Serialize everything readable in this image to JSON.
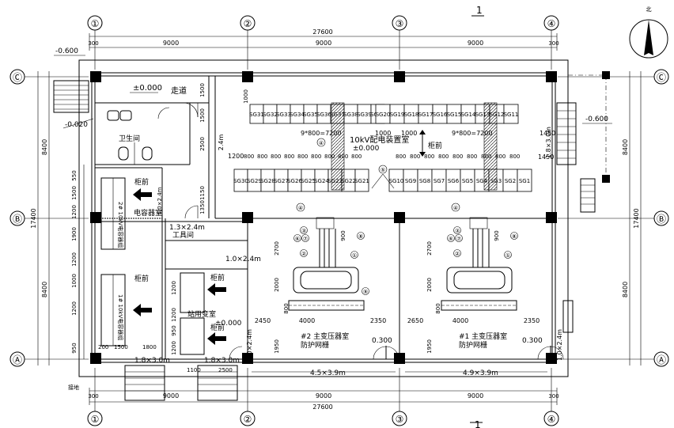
{
  "axes_top": [
    "①",
    "②",
    "③",
    "④"
  ],
  "axes_bottom": [
    "①",
    "②",
    "③",
    "④"
  ],
  "axes_left": [
    "Ⓒ",
    "Ⓑ",
    "Ⓐ"
  ],
  "axes_right": [
    "Ⓒ",
    "Ⓑ",
    "Ⓐ"
  ],
  "dims_top": {
    "total": "27600",
    "spans": [
      "9000",
      "9000",
      "9000"
    ],
    "edge_left": "300",
    "edge_right": "300"
  },
  "dims_bottom": {
    "total": "27600",
    "spans": [
      "9000",
      "9000",
      "9000"
    ],
    "edge_left": "300",
    "edge_right": "300"
  },
  "dims_left": {
    "total": "17400",
    "spans": [
      "8400",
      "8400"
    ]
  },
  "dims_right": {
    "total": "17400",
    "spans": [
      "8400",
      "8400"
    ]
  },
  "section_marks": {
    "top": "1",
    "bottom": "1"
  },
  "north_label": "北",
  "levels": {
    "outside_nw": "-0.600",
    "entry_nw": "-0.020",
    "corridor": "±0.000",
    "switchgear": "±0.000",
    "east": "-0.600",
    "aux": "±0.000",
    "tr2": "0.300",
    "tr1": "0.300"
  },
  "rooms": {
    "corridor": "走道",
    "toilet": "卫生间",
    "capacitor": "电容器室",
    "tools": "工具间",
    "aux_transformer": "站用变室",
    "switchgear": "10kV配电装置室",
    "tr2": "#2 主变压器室\n防护网栅",
    "tr1": "#1 主变压器室\n防护网栅"
  },
  "cabinets_top_left": [
    "SG31",
    "SG32",
    "SG33",
    "SG34",
    "SG35",
    "SG36",
    "SG37",
    "SG38",
    "SG39",
    "SG40"
  ],
  "cabinets_top_right": [
    "SG20",
    "SG19",
    "SG18",
    "SG17",
    "SG16",
    "SG15",
    "SG14",
    "SG13",
    "SG12",
    "SG11"
  ],
  "cabinets_bottom_left": [
    "SG30",
    "SG29",
    "SG28",
    "SG27",
    "SG26",
    "SG25",
    "SG24",
    "SG23",
    "SG22",
    "SG21"
  ],
  "cabinets_bottom_right": [
    "SG10",
    "SG9",
    "SG8",
    "SG7",
    "SG6",
    "SG5",
    "SG4",
    "SG3",
    "SG2",
    "SG1"
  ],
  "dims_switchgear": {
    "row_a": "9*800=7200",
    "mid": "1000",
    "mid2": "1000",
    "row_b": "9*800=7200",
    "left_gap": "1200",
    "right_gap": "1450",
    "right_gap2": "1450",
    "pitch": "800",
    "h1": "1000",
    "h2": "1500",
    "h3": "2500",
    "h4": "1150",
    "h5": "1350",
    "h6": "1500"
  },
  "openings": {
    "door_nw": "2.4m",
    "sw_door": "1.0×2.4m",
    "ne_door": "1.8×3.0m",
    "tools_door": "1.3×2.4m",
    "aux_door": "1.0×2.4m",
    "gate_left": "1.8×3.0m",
    "gate_mid": "1.8×3.0m",
    "tr2_gate": "4.5×3.9m",
    "tr1_gate": "4.9×3.9m",
    "tr2_door": "1.0×2.4m",
    "tr1_door": "1.0×2.4m",
    "low_dims": [
      "1100",
      "2500"
    ]
  },
  "transformer_dims": {
    "width": "4000",
    "left_gap_2": "2450",
    "mid_gap": "2350",
    "left_gap_1": "2650",
    "right_gap_1": "2350",
    "depth_a": "2700",
    "depth_b": "2000",
    "depth_c": "1950",
    "small_a": "800",
    "small_b": "900"
  },
  "left_dims": [
    "550",
    "1500",
    "1200",
    "1900",
    "1200",
    "1000",
    "1200",
    "950"
  ],
  "left_bottom": [
    "200",
    "1500",
    "1800"
  ],
  "aux_dims": [
    "1200",
    "1200",
    "950",
    "1200"
  ],
  "cabinet_labels": {
    "front": "柜前"
  },
  "capacitor_banks": [
    "2# 10kV电容器组",
    "1# 10kV电容器组"
  ],
  "callouts": [
    "①",
    "②",
    "③",
    "④",
    "⑤",
    "⑥",
    "⑦",
    "⑧",
    "⑨"
  ],
  "ground_label": "接地",
  "colors": {
    "line": "#000000",
    "background": "#ffffff"
  }
}
